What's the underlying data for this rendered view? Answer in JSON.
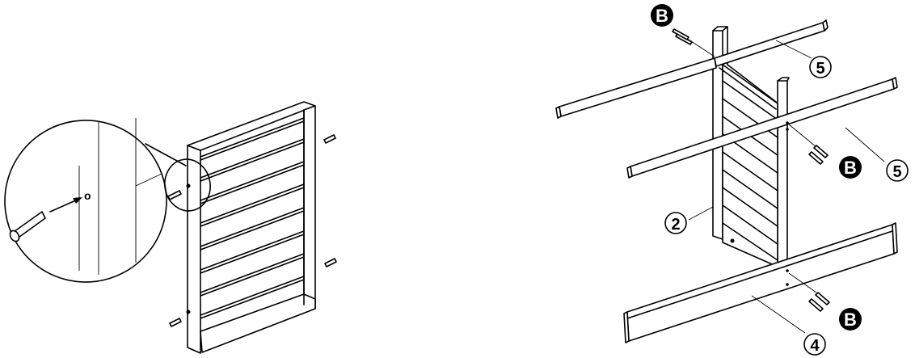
{
  "diagram": {
    "left_panel": {
      "hole_mark": "o"
    },
    "right_frame": {
      "labels": {
        "part_b_top": "B",
        "part_b_mid": "B",
        "part_b_bottom": "B",
        "part_5_top": "5",
        "part_5_mid": "5",
        "part_2": "2",
        "part_4": "4"
      }
    }
  }
}
